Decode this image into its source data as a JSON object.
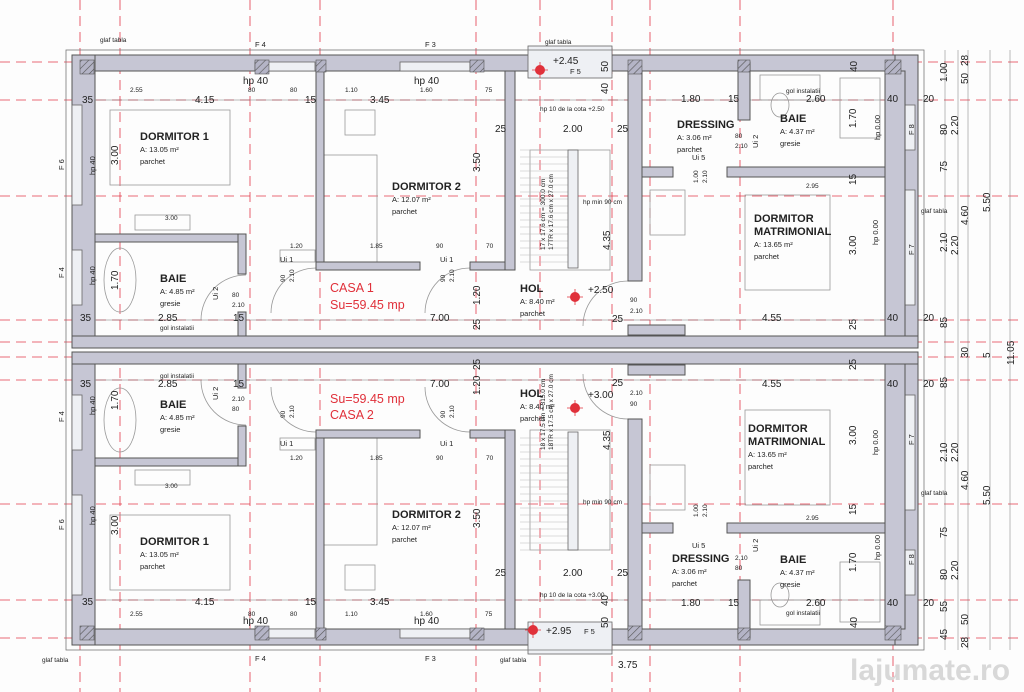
{
  "watermark": "lajumate.ro",
  "colors": {
    "wall": "#c6c6d4",
    "grid": "#e23a4a",
    "casa_label": "#e0303a"
  },
  "casa1": {
    "title": "CASA 1",
    "area": "Su=59.45 mp",
    "rooms": [
      {
        "name": "DORMITOR 1",
        "area": "A: 13.05 m²",
        "floor": "parchet"
      },
      {
        "name": "DORMITOR 2",
        "area": "A: 12.07 m²",
        "floor": "parchet"
      },
      {
        "name": "BAIE",
        "area": "A: 4.85 m²",
        "floor": "gresie"
      },
      {
        "name": "HOL",
        "area": "A: 8.40 m²",
        "floor": "parchet"
      },
      {
        "name": "DRESSING",
        "area": "A: 3.06 m²",
        "floor": "parchet"
      },
      {
        "name": "BAIE",
        "area": "A: 4.37 m²",
        "floor": "gresie"
      },
      {
        "name": "DORMITOR",
        "name2": "MATRIMONIAL",
        "area": "A: 13.65 m²",
        "floor": "parchet"
      }
    ],
    "levels": [
      "+2.45",
      "+2.50"
    ],
    "stair": [
      "17 x 17.6 cm = 300.0 cm",
      "17TR x 17.6 cm x 27.0 cm"
    ],
    "notes": [
      "hp 10 de la cota +2.50",
      "hp min 90 cm",
      "gol instalatii",
      "gol instalatii",
      "glaf tabla",
      "glaf tabla",
      "glaf tabla"
    ],
    "windows": [
      "F 4",
      "F 3",
      "F 5",
      "F 6",
      "F 4",
      "F 8",
      "F 7"
    ],
    "dims": [
      "35",
      "4.15",
      "15",
      "3.45",
      "2.55",
      "80",
      "80",
      "1.10",
      "1.60",
      "75",
      "hp 40",
      "hp 40",
      "3.00",
      "1.70",
      "3.00",
      "2.85",
      "15",
      "7.00",
      "35",
      "1.85",
      "90",
      "70",
      "1.20",
      "3.50",
      "1.20",
      "25",
      "25",
      "2.00",
      "25",
      "4.35",
      "25",
      "1.80",
      "15",
      "2.60",
      "40",
      "20",
      "1.70",
      "hp 0.00",
      "3.00",
      "hp 0.00",
      "2.95",
      "4.55",
      "40",
      "20",
      "15",
      "25",
      "40",
      "50",
      "40",
      "Ui 1",
      "90",
      "2.10",
      "Ui 1",
      "90",
      "2.10",
      "Ui 2",
      "80",
      "2.10",
      "Ui 5",
      "1.00",
      "2.10",
      "80",
      "2.10",
      "Ui 2",
      "90",
      "2.10",
      "hp 40",
      "hp 40",
      "1.00",
      "80",
      "75",
      "2.10",
      "85",
      "2.20",
      "2.20",
      "28",
      "50",
      "4.60",
      "5.50"
    ]
  },
  "casa2": {
    "title": "CASA 2",
    "area": "Su=59.45 mp",
    "rooms": [
      {
        "name": "DORMITOR 1",
        "area": "A: 13.05 m²",
        "floor": "parchet"
      },
      {
        "name": "DORMITOR 2",
        "area": "A: 12.07 m²",
        "floor": "parchet"
      },
      {
        "name": "BAIE",
        "area": "A: 4.85 m²",
        "floor": "gresie"
      },
      {
        "name": "HOL",
        "area": "A: 8.40 m²",
        "floor": "parchet"
      },
      {
        "name": "DRESSING",
        "area": "A: 3.06 m²",
        "floor": "parchet"
      },
      {
        "name": "BAIE",
        "area": "A: 4.37 m²",
        "floor": "gresie"
      },
      {
        "name": "DORMITOR",
        "name2": "MATRIMONIAL",
        "area": "A: 13.65 m²",
        "floor": "parchet"
      }
    ],
    "levels": [
      "+2.95",
      "+3.00"
    ],
    "stair": [
      "18 x 17.5 cm = 315.0 cm",
      "18TR x 17.5 cm x 27.0 cm"
    ],
    "notes": [
      "hp 10 de la cota +3.00",
      "hp min 90 cm",
      "gol instalatii",
      "gol instalatii",
      "glaf tabla",
      "glaf tabla",
      "glaf tabla"
    ],
    "windows": [
      "F 4",
      "F 3",
      "F 5",
      "F 6",
      "F 4",
      "F 8",
      "F 7"
    ],
    "dims": [
      "35",
      "4.15",
      "15",
      "3.45",
      "2.55",
      "80",
      "80",
      "1.10",
      "1.60",
      "75",
      "hp 40",
      "hp 40",
      "3.00",
      "1.70",
      "3.00",
      "2.85",
      "15",
      "7.00",
      "35",
      "1.85",
      "90",
      "70",
      "1.20",
      "3.50",
      "1.20",
      "25",
      "25",
      "2.00",
      "25",
      "4.35",
      "25",
      "1.80",
      "15",
      "2.60",
      "40",
      "20",
      "1.70",
      "hp 0.00",
      "3.00",
      "hp 0.00",
      "2.95",
      "4.55",
      "40",
      "20",
      "15",
      "25",
      "40",
      "50",
      "40",
      "Ui 1",
      "90",
      "2.10",
      "Ui 1",
      "90",
      "2.10",
      "Ui 2",
      "80",
      "2.10",
      "Ui 5",
      "1.00",
      "2.10",
      "80",
      "2.10",
      "Ui 2",
      "90",
      "2.10",
      "hp 40",
      "hp 40",
      "85",
      "2.10",
      "2.20",
      "75",
      "80",
      "2.20",
      "55",
      "45",
      "50",
      "28",
      "4.60",
      "5.50"
    ],
    "extra_dim": "3.75"
  },
  "overall": {
    "total_depth": "11.05",
    "party_wall": "30",
    "gap": "5"
  }
}
